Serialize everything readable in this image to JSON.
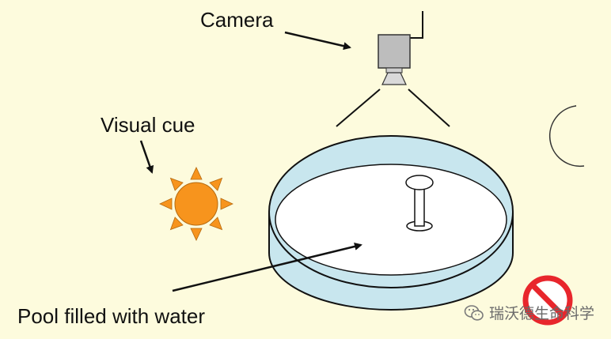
{
  "labels": {
    "camera": "Camera",
    "visual_cue": "Visual cue",
    "pool": "Pool filled with water"
  },
  "watermark": {
    "text": "瑞沃德生命科学",
    "icon": "wechat-icon"
  },
  "icons": {
    "camera": "camera-icon",
    "sun": "sun-icon",
    "moon": "crescent-moon-icon",
    "no_entry": "prohibited-icon",
    "platform": "escape-platform-icon"
  },
  "colors": {
    "background": "#fdfbdd",
    "water": "#c8e6ee",
    "sun": "#f7941d",
    "moon": "#ffff00",
    "prohibited": "#e8262c",
    "camera_body": "#bdbdbd"
  }
}
